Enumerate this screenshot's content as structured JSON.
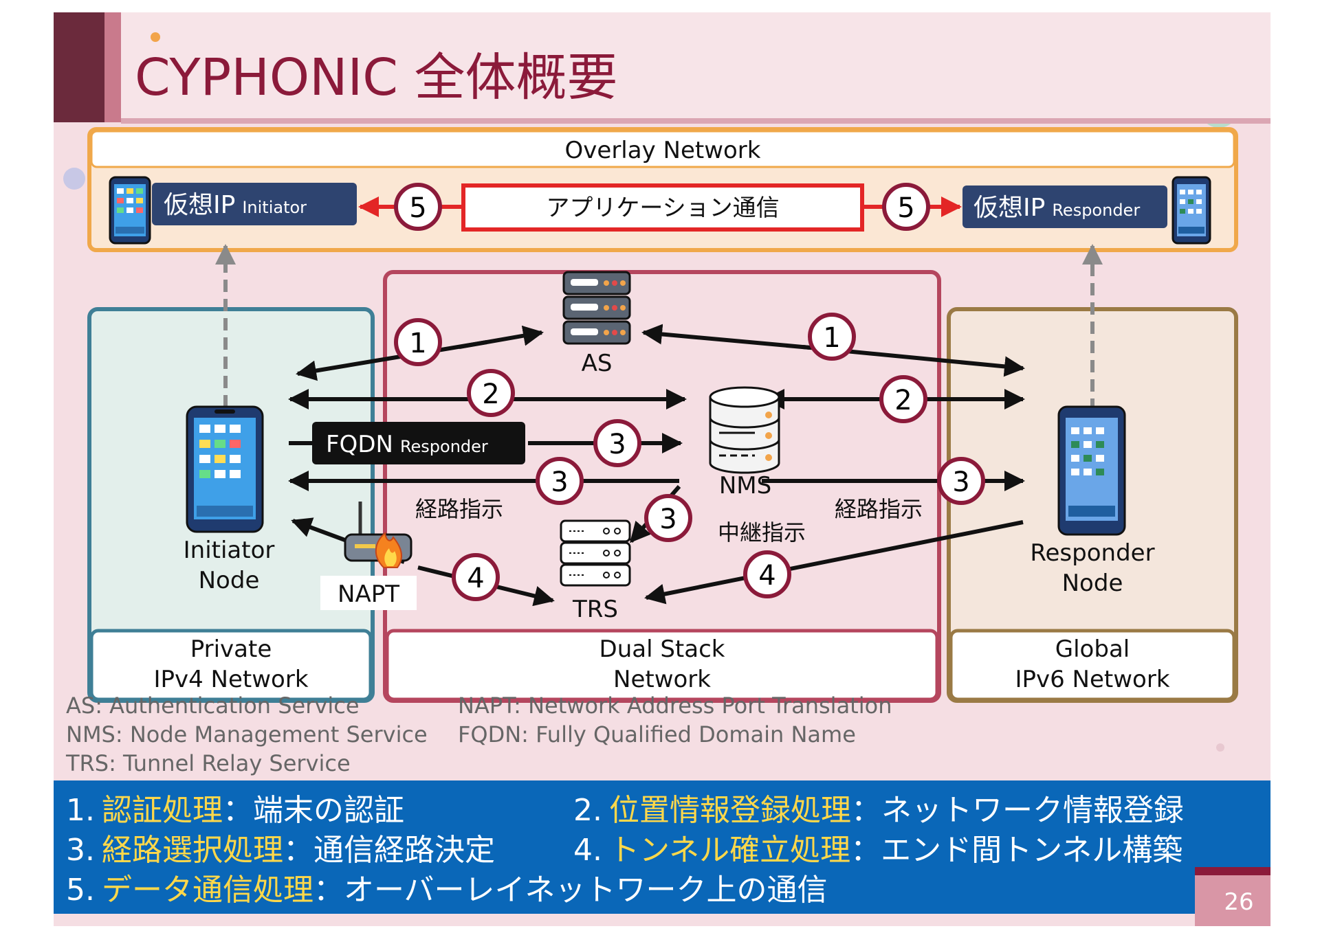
{
  "title": "CYPHONIC 全体概要",
  "page_number": "26",
  "colors": {
    "title_text": "#8b1a3a",
    "title_bar": "#6b2a3c",
    "slide_bg": "#f5dee3",
    "overlay_border": "#f0a84a",
    "overlay_fill": "#fbe7d4",
    "private_border": "#3f7f96",
    "private_fill": "#e3efeb",
    "dual_border": "#b5465e",
    "global_border": "#9a7a45",
    "global_fill": "#f4e6dc",
    "step_circle_border": "#8b1a3a",
    "bottom_band": "#0a67b8",
    "highlight_text": "#ffd84a",
    "arrow_red": "#e32626",
    "virtual_ip_fill": "#2e4470"
  },
  "overlay": {
    "title": "Overlay Network",
    "app_comm": "アプリケーション通信",
    "vip_initiator_main": "仮想IP",
    "vip_initiator_sub": "Initiator",
    "vip_responder_main": "仮想IP",
    "vip_responder_sub": "Responder"
  },
  "networks": {
    "private": [
      "Private",
      "IPv4 Network"
    ],
    "dual": [
      "Dual Stack",
      "Network"
    ],
    "global": [
      "Global",
      "IPv6 Network"
    ]
  },
  "nodes": {
    "initiator": [
      "Initiator",
      "Node"
    ],
    "responder": [
      "Responder",
      "Node"
    ],
    "as": "AS",
    "nms": "NMS",
    "trs": "TRS",
    "napt": "NAPT"
  },
  "labels": {
    "fqdn_main": "FQDN",
    "fqdn_sub": "Responder",
    "route_left": "経路指示",
    "route_right": "経路指示",
    "relay": "中継指示"
  },
  "step_numbers": {
    "one": "1",
    "two": "2",
    "three": "3",
    "four": "4",
    "five": "5"
  },
  "glossary": {
    "as": "AS: Authentication Service",
    "nms": "NMS: Node Management Service",
    "trs": "TRS: Tunnel Relay Service",
    "napt": "NAPT: Network Address Port Translation",
    "fqdn": "FQDN: Fully Qualified Domain Name"
  },
  "steps": [
    {
      "num": "1.",
      "name": "認証処理",
      "desc": "：端末の認証"
    },
    {
      "num": "2.",
      "name": "位置情報登録処理",
      "desc": "：ネットワーク情報登録"
    },
    {
      "num": "3.",
      "name": "経路選択処理",
      "desc": "：通信経路決定"
    },
    {
      "num": "4.",
      "name": "トンネル確立処理",
      "desc": "：エンド間トンネル構築"
    },
    {
      "num": "5.",
      "name": "データ通信処理",
      "desc": "：オーバーレイネットワーク上の通信"
    }
  ]
}
